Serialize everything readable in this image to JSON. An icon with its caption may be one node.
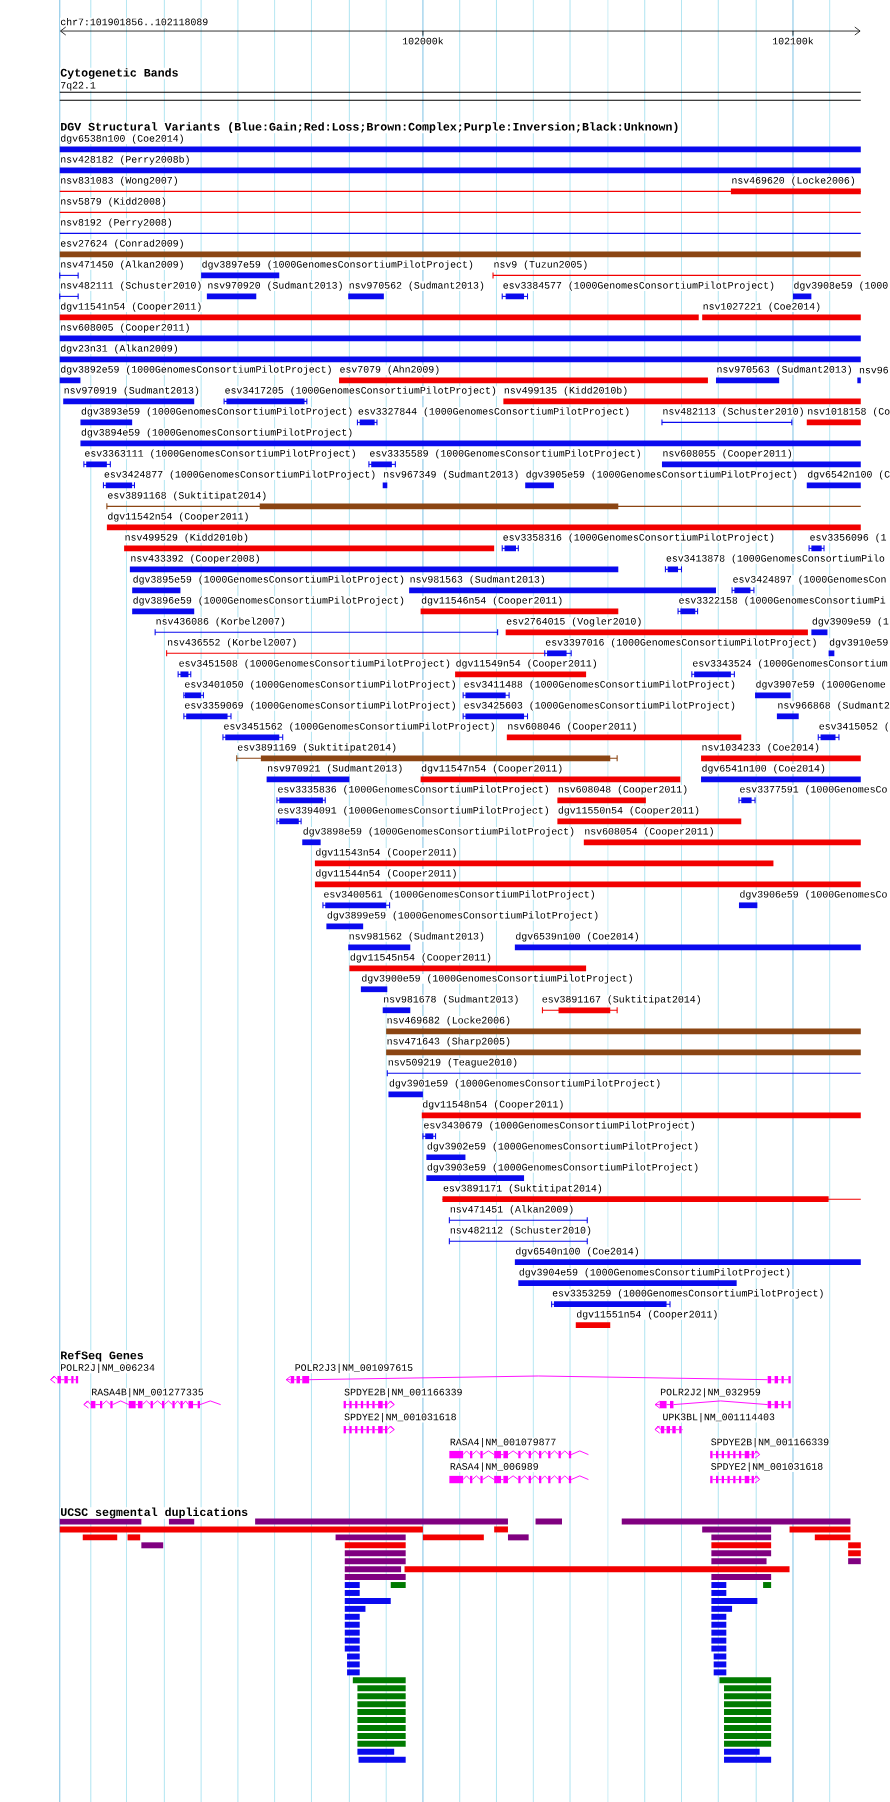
{
  "diagram": {
    "labels": [
      "chr7:101901856..102118089",
      "102000k",
      "102100k",
      "Cytogenetic Bands",
      "7q22.1",
      "DGV Structural Variants (Blue:Gain;Red:Loss;Brown:Complex;Purple:Inversion;Black:Unknown)",
      "dgv6538n100 (Coe2014)",
      "nsv428182 (Perry2008b)",
      "nsv831083 (Wong2007)",
      "nsv469620 (Locke2006)",
      "nsv5879 (Kidd2008)",
      "nsv8192 (Perry2008)",
      "esv27624 (Conrad2009)",
      "nsv471450 (Alkan2009)",
      "dgv3897e59 (1000GenomesConsortiumPilotProject)",
      "nsv9 (Tuzun2005)",
      "nsv482111 (Schuster2010)",
      "nsv970920 (Sudmant2013)",
      "nsv970562 (Sudmant2013)",
      "esv3384577 (1000GenomesConsortiumPilotProject)",
      "dgv3908e59 (1000",
      "dgv11541n54 (Cooper2011)",
      "nsv1027221 (Coe2014)",
      "nsv608005 (Cooper2011)",
      "dgv23n31 (Alkan2009)",
      "dgv3892e59 (1000GenomesConsortiumPilotProject)",
      "esv7079 (Ahn2009)",
      "nsv970563 (Sudmant2013)",
      "nsv96",
      "nsv970919 (Sudmant2013)",
      "esv3417205 (1000GenomesConsortiumPilotProject)",
      "nsv499135 (Kidd2010b)",
      "dgv3893e59 (1000GenomesConsortiumPilotProject)",
      "esv3327844 (1000GenomesConsortiumPilotProject)",
      "nsv482113 (Schuster2010)",
      "nsv1018158 (Co",
      "dgv3894e59 (1000GenomesConsortiumPilotProject)",
      "esv3363111 (1000GenomesConsortiumPilotProject)",
      "esv3335589 (1000GenomesConsortiumPilotProject)",
      "nsv608055 (Cooper2011)",
      "esv3424877 (1000GenomesConsortiumPilotProject)",
      "nsv967349 (Sudmant2013)",
      "dgv3905e59 (1000GenomesConsortiumPilotProject)",
      "dgv6542n100 (C",
      "esv3891168 (Suktitipat2014)",
      "dgv11542n54 (Cooper2011)",
      "nsv499529 (Kidd2010b)",
      "esv3358316 (1000GenomesConsortiumPilotProject)",
      "esv3356096 (1",
      "nsv433392 (Cooper2008)",
      "esv3413878 (1000GenomesConsortiumPilo",
      "dgv3895e59 (1000GenomesConsortiumPilotProject)",
      "nsv981563 (Sudmant2013)",
      "esv3424897 (1000GenomesCon",
      "dgv3896e59 (1000GenomesConsortiumPilotProject)",
      "dgv11546n54 (Cooper2011)",
      "esv3322158 (1000GenomesConsortiumPi",
      "nsv436086 (Korbel2007)",
      "esv2764015 (Vogler2010)",
      "dgv3909e59 (1",
      "nsv436552 (Korbel2007)",
      "esv3397016 (1000GenomesConsortiumPilotProject)",
      "dgv3910e59",
      "esv3451508 (1000GenomesConsortiumPilotProject)",
      "dgv11549n54 (Cooper2011)",
      "esv3343524 (1000GenomesConsortium",
      "esv3401050 (1000GenomesConsortiumPilotProject)",
      "esv3411488 (1000GenomesConsortiumPilotProject)",
      "dgv3907e59 (1000Genome",
      "esv3359069 (1000GenomesConsortiumPilotProject)",
      "esv3425603 (1000GenomesConsortiumPilotProject)",
      "nsv966868 (Sudmant2",
      "esv3451562 (1000GenomesConsortiumPilotProject)",
      "nsv608046 (Cooper2011)",
      "esv3415052 (",
      "esv3891169 (Suktitipat2014)",
      "nsv1034233 (Coe2014)",
      "nsv970921 (Sudmant2013)",
      "dgv11547n54 (Cooper2011)",
      "dgv6541n100 (Coe2014)",
      "esv3335836 (1000GenomesConsortiumPilotProject)",
      "nsv608048 (Cooper2011)",
      "esv3377591 (1000GenomesCo",
      "esv3394091 (1000GenomesConsortiumPilotProject)",
      "dgv11550n54 (Cooper2011)",
      "dgv3898e59 (1000GenomesConsortiumPilotProject)",
      "nsv608054 (Cooper2011)",
      "dgv11543n54 (Cooper2011)",
      "dgv11544n54 (Cooper2011)",
      "esv3400561 (1000GenomesConsortiumPilotProject)",
      "dgv3906e59 (1000GenomesCo",
      "dgv3899e59 (1000GenomesConsortiumPilotProject)",
      "nsv981562 (Sudmant2013)",
      "dgv6539n100 (Coe2014)",
      "dgv11545n54 (Cooper2011)",
      "dgv3900e59 (1000GenomesConsortiumPilotProject)",
      "nsv981678 (Sudmant2013)",
      "esv3891167 (Suktitipat2014)",
      "nsv469682 (Locke2006)",
      "nsv471643 (Sharp2005)",
      "nsv509219 (Teague2010)",
      "dgv3901e59 (1000GenomesConsortiumPilotProject)",
      "dgv11548n54 (Cooper2011)",
      "esv3430679 (1000GenomesConsortiumPilotProject)",
      "dgv3902e59 (1000GenomesConsortiumPilotProject)",
      "dgv3903e59 (1000GenomesConsortiumPilotProject)",
      "esv3891171 (Suktitipat2014)",
      "nsv471451 (Alkan2009)",
      "nsv482112 (Schuster2010)",
      "dgv6540n100 (Coe2014)",
      "dgv3904e59 (1000GenomesConsortiumPilotProject)",
      "esv3353259 (1000GenomesConsortiumPilotProject)",
      "dgv11551n54 (Cooper2011)",
      "RefSeq Genes",
      "POLR2J|NM_006234",
      "POLR2J3|NM_001097615",
      "RASA4B|NM_001277335",
      "SPDYE2B|NM_001166339",
      "POLR2J2|NM_032959",
      "SPDYE2|NM_001031618",
      "UPK3BL|NM_001114403",
      "RASA4|NM_001079877",
      "SPDYE2B|NM_001166339",
      "RASA4|NM_006989",
      "SPDYE2|NM_001031618",
      "UCSC segmental duplications"
    ]
  }
}
